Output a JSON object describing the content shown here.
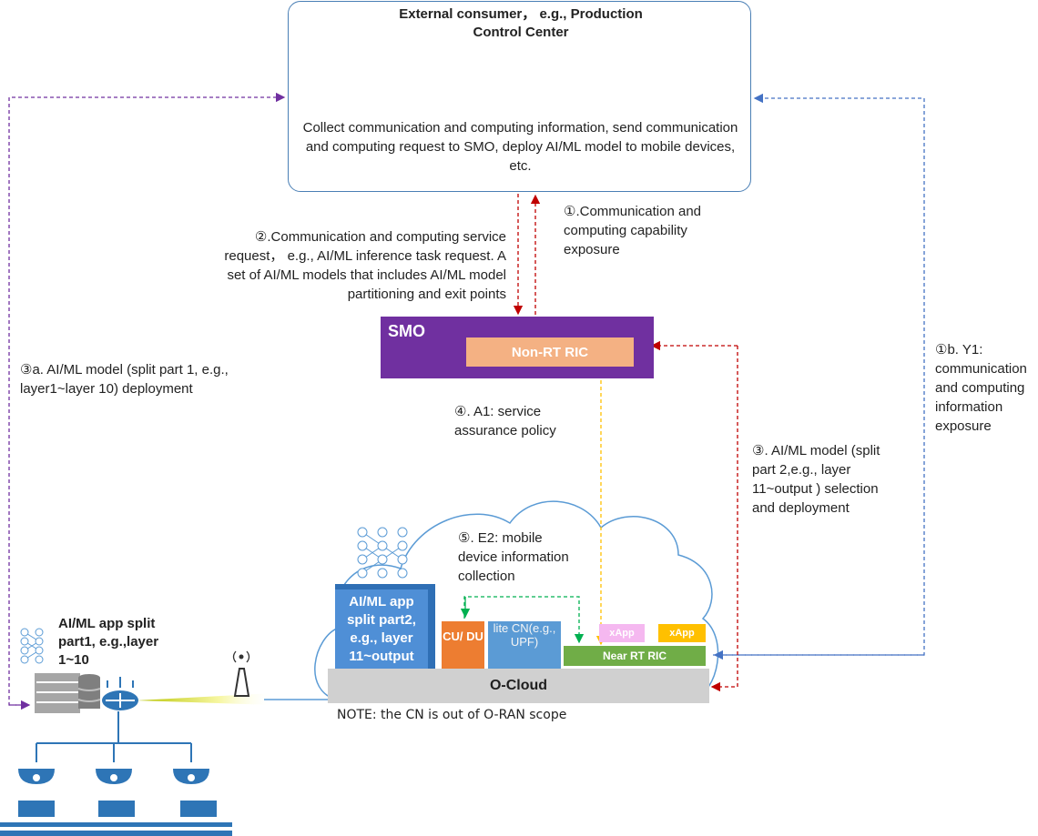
{
  "consumer": {
    "title": "External consumer，  e.g., Production Control Center",
    "description": "Collect communication and computing information, send communication and computing request to SMO, deploy AI/ML model to mobile devices, etc."
  },
  "smo": {
    "label": "SMO",
    "non_rt_ric": "Non-RT RIC"
  },
  "steps": {
    "step1": "①.Communication and computing capability exposure",
    "step1b": "①b. Y1: communication and computing information exposure",
    "step2": "②.Communication and computing service request，  e.g., AI/ML inference task request. A set of AI/ML models that includes AI/ML model partitioning and exit points",
    "step3": "③. AI/ML model (split part 2,e.g., layer 11~output ) selection and deployment",
    "step3a": "③a. AI/ML model (split part 1, e.g., layer1~layer 10) deployment",
    "step4": "④. A1: service assurance policy",
    "step5": "⑤. E2: mobile device information collection"
  },
  "cloud": {
    "aiml_app": "AI/ML app split part2, e.g., layer 11~output",
    "cu_du": "CU/ DU",
    "lite_cn": "lite CN(e.g., UPF)",
    "xapp1": "xApp",
    "xapp2": "xApp",
    "near_rt_ric": "Near RT RIC",
    "o_cloud": "O-Cloud",
    "note": "NOTE: the CN is out of O-RAN scope"
  },
  "edge": {
    "aiml_app": "AI/ML app split part1, e.g.,layer 1~10"
  },
  "colors": {
    "purple_arrow": "#7030a0",
    "blue_arrow": "#4472c4",
    "red_arrow": "#c00000",
    "orange_arrow": "#ffc000",
    "green_arrow": "#00b050"
  }
}
